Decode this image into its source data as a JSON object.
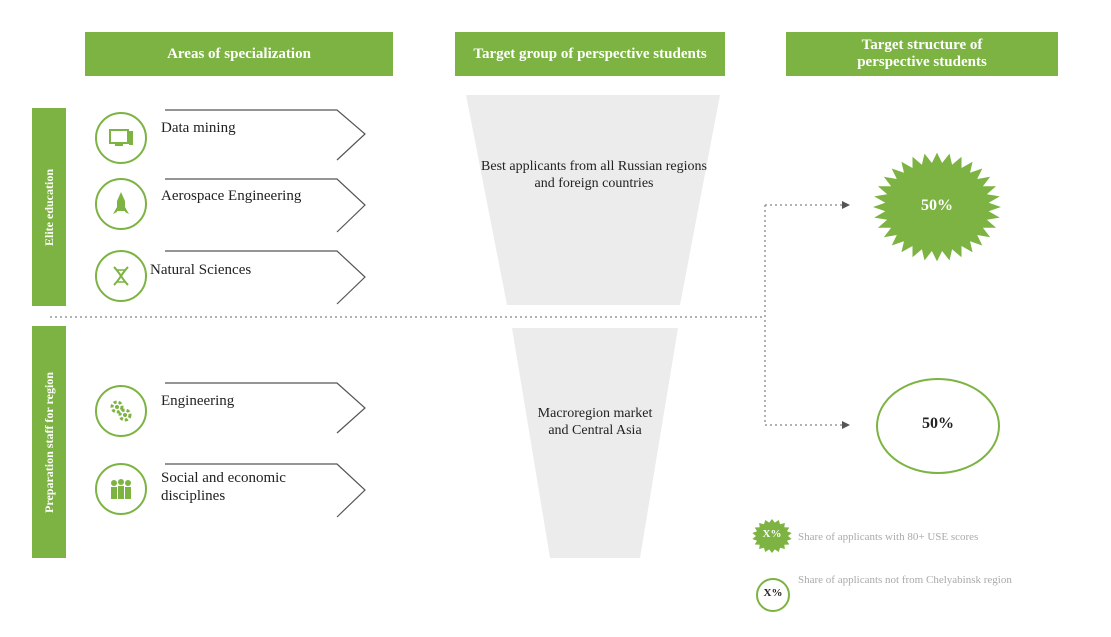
{
  "headers": {
    "col1": "Areas of specialization",
    "col2": "Target group of perspective students",
    "col3": "Target structure of perspective students"
  },
  "side_labels": {
    "top": "Elite education",
    "bottom": "Preparation staff for region"
  },
  "areas": [
    {
      "label": "Data mining",
      "icon": "monitor-icon"
    },
    {
      "label": "Aerospace Engineering",
      "icon": "rocket-icon"
    },
    {
      "label": "Natural Sciences",
      "icon": "dna-icon"
    },
    {
      "label": "Engineering",
      "icon": "gears-icon"
    },
    {
      "label": "Social and economic disciplines",
      "icon": "people-icon"
    }
  ],
  "funnel": {
    "top_text": "Best applicants from all Russian regions and foreign countries",
    "bottom_text": "Macroregion market and Central Asia"
  },
  "structure": {
    "top_value": "50%",
    "bottom_value": "50%"
  },
  "legend": {
    "filled_symbol": "X%",
    "filled_text": "Share of applicants with 80+ USE scores",
    "outline_symbol": "X%",
    "outline_text": "Share of applicants not from Chelyabinsk region"
  },
  "colors": {
    "accent": "#7cb342",
    "funnel": "#eeeeee",
    "chevron": "#555555"
  }
}
